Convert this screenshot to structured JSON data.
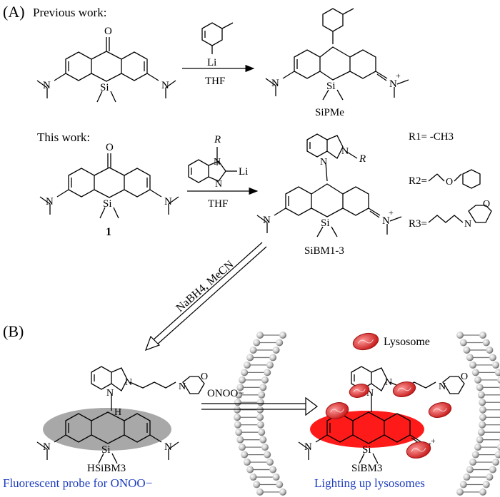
{
  "panel_a": {
    "label": "(A)",
    "previous_work_title": "Previous work:",
    "this_work_title": "This work:",
    "reagent_1": "Li",
    "solvent_1": "THF",
    "product_1_name": "SiPMe",
    "reagent_2": "Li",
    "solvent_2": "THF",
    "compound_1_label": "1",
    "product_2_name": "SiBM1-3",
    "r1": "R1= -CH3",
    "r2": "R2=",
    "r3": "R3=",
    "r_group": "R"
  },
  "arrow_down": {
    "label": "NaBH4, MeCN"
  },
  "panel_b": {
    "label": "(B)",
    "reagent": "ONOO−",
    "lysosome_label": "Lysosome",
    "probe_name": "HSiBM3",
    "product_name": "SiBM3",
    "caption_left": "Fluorescent probe for ONOO−",
    "caption_right": "Lighting up lysosomes",
    "colors": {
      "caption": "#1f3fbf",
      "highlight_red": "#ff1a1a",
      "highlight_gray": "#a8a8a8",
      "lysosome": "#e04848"
    }
  }
}
